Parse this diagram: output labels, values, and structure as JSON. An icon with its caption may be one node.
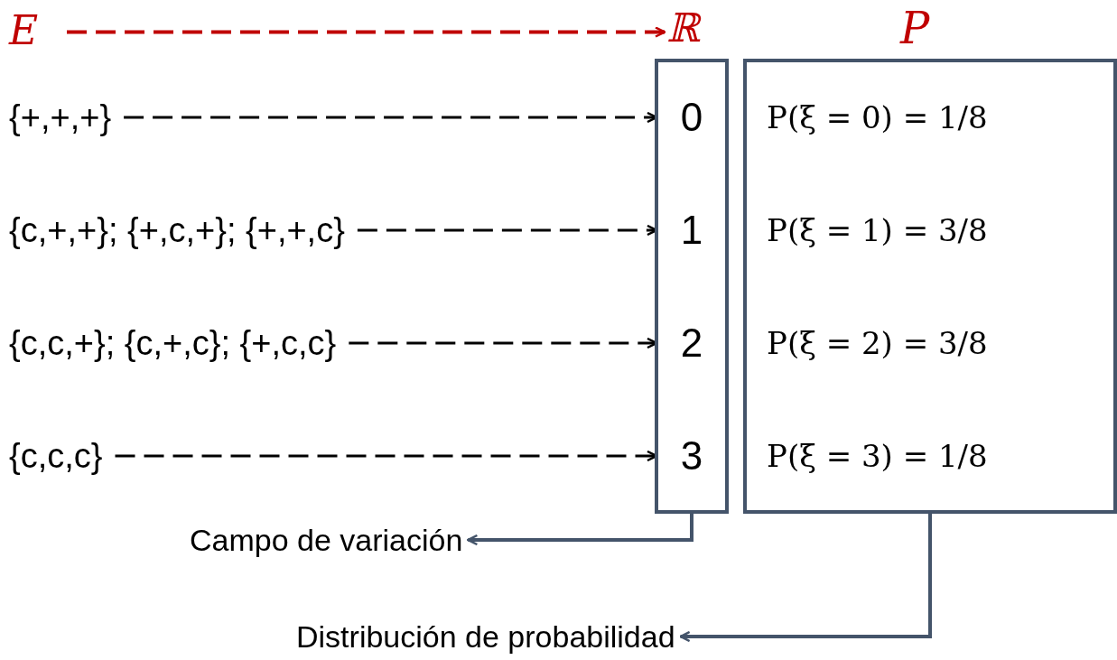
{
  "diagram": {
    "nodes": [
      {
        "text": [
          "E"
        ]
      },
      {
        "text": [
          "ℝ"
        ]
      },
      {
        "text": [],
        "shape": "box"
      },
      {
        "text": [
          "P"
        ]
      },
      {
        "text": [
          "{+,+,+}"
        ]
      },
      {
        "text": [
          "0"
        ],
        "in": 2
      },
      {
        "text": [
          "P(ξ = 0) = 1/8"
        ],
        "in": 3
      },
      {
        "text": [
          "{c,+,+}; {+,c,+}; {+,+,c}"
        ]
      },
      {
        "text": [
          "1"
        ],
        "in": 2
      },
      {
        "text": [
          "P(ξ = 1) = 3/8"
        ],
        "in": 3
      },
      {
        "text": [
          "{c,c,+}; {c,+,c}; {+,c,c}"
        ]
      },
      {
        "text": [
          "2"
        ],
        "in": 2
      },
      {
        "text": [
          "P(ξ = 2) = 3/8"
        ],
        "in": 3
      },
      {
        "text": [
          "{c,c,c}"
        ]
      },
      {
        "text": [
          "3"
        ],
        "in": 2
      },
      {
        "text": [
          "P(ξ = 3) = 1/8"
        ],
        "in": 3
      },
      {
        "text": [
          "Campo de variación"
        ]
      },
      {
        "text": [
          "Distribución de probabilidad"
        ]
      }
    ],
    "edges": [
      {
        "from": 0,
        "to": 1,
        "arrow": "to",
        "style": "dashed",
        "color": "#c00000"
      },
      {
        "from": 4,
        "to": 5,
        "arrow": "to",
        "style": "dashed"
      },
      {
        "from": 7,
        "to": 8,
        "arrow": "to",
        "style": "dashed"
      },
      {
        "from": 10,
        "to": 11,
        "arrow": "to",
        "style": "dashed"
      },
      {
        "from": 13,
        "to": 14,
        "arrow": "to",
        "style": "dashed"
      },
      {
        "from": 2,
        "to": 16,
        "arrow": "to",
        "color": "#44546a"
      },
      {
        "from": 3,
        "to": 17,
        "arrow": "to",
        "color": "#44546a"
      }
    ]
  }
}
